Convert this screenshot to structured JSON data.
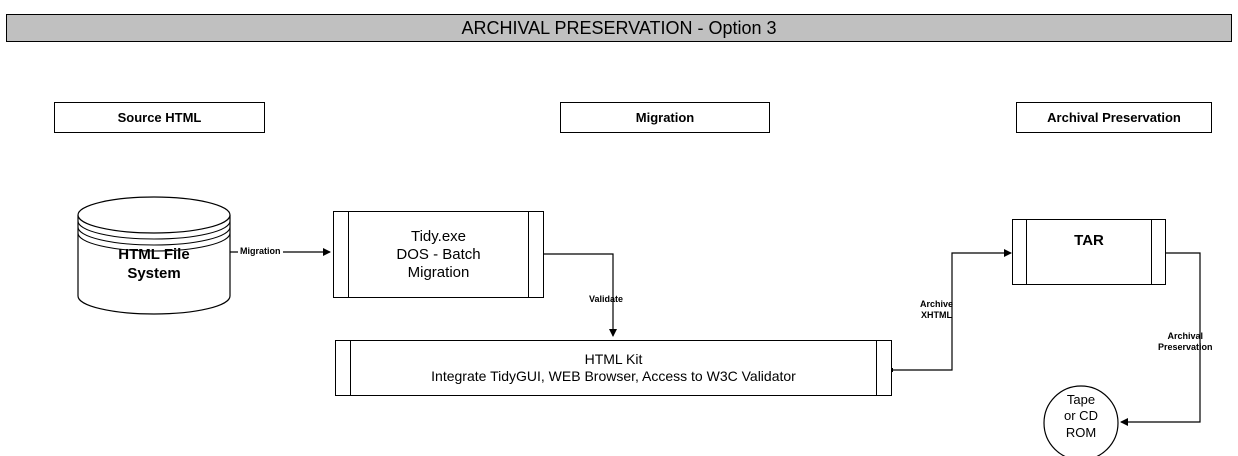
{
  "title": "ARCHIVAL PRESERVATION  - Option 3",
  "columns": {
    "source": "Source HTML",
    "migration": "Migration",
    "archival": "Archival Preservation"
  },
  "nodes": {
    "file_system": [
      "HTML File",
      "System"
    ],
    "tidy": [
      "Tidy.exe",
      "DOS - Batch",
      "Migration"
    ],
    "htmlkit": [
      "HTML Kit",
      "Integrate TidyGUI, WEB Browser, Access to W3C Validator"
    ],
    "tar": "TAR",
    "tape": [
      "Tape",
      "or CD",
      "ROM"
    ]
  },
  "edges": {
    "migration": "Migration",
    "validate": "Validate",
    "archive_xhtml": [
      "Archive",
      "XHTML"
    ],
    "archival_preservation": [
      "Archival",
      "Preservation"
    ]
  }
}
